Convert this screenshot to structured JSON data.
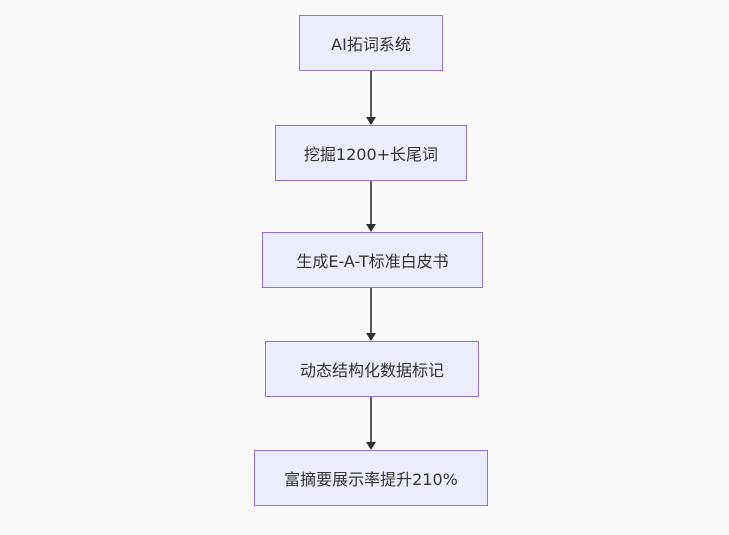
{
  "diagram": {
    "type": "flowchart",
    "direction": "top-to-bottom",
    "nodes": [
      {
        "id": "start",
        "label": "AI拓词系统"
      },
      {
        "id": "step1",
        "label": "挖掘1200+长尾词"
      },
      {
        "id": "step2",
        "label": "生成E-A-T标准白皮书"
      },
      {
        "id": "step3",
        "label": "动态结构化数据标记"
      },
      {
        "id": "end",
        "label": "富摘要展示率提升210%"
      }
    ],
    "edges": [
      {
        "from": "start",
        "to": "step1"
      },
      {
        "from": "step1",
        "to": "step2"
      },
      {
        "from": "step2",
        "to": "step3"
      },
      {
        "from": "step3",
        "to": "end"
      }
    ],
    "colors": {
      "background": "#fafafa",
      "node_fill": "#ececff",
      "node_border": "#9370db",
      "arrow_line": "#5a5a5a",
      "arrow_head": "#2f2f2f",
      "text": "#333333"
    }
  }
}
